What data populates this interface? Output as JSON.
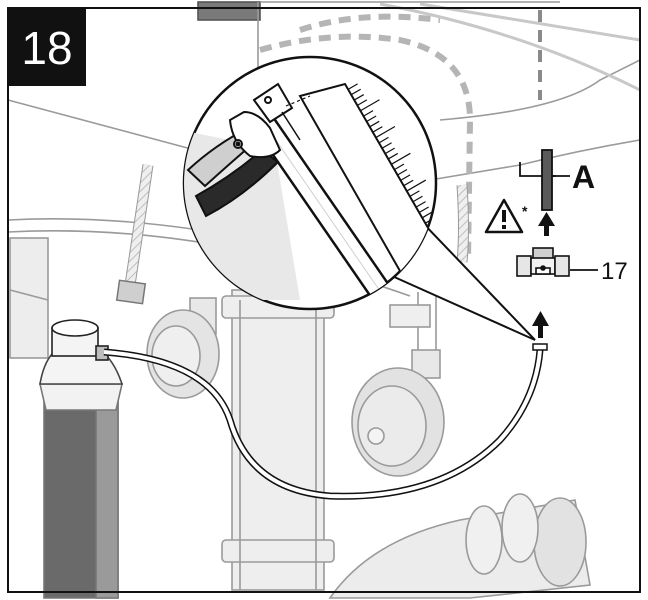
{
  "step": {
    "number": "18",
    "badge_color": "#111111"
  },
  "callouts": {
    "label_a": "A",
    "part_number": "17",
    "warning_marker": "*"
  },
  "icons": [
    "warning-triangle-icon",
    "arrow-up-icon",
    "cutter-tool-icon",
    "ruler-icon"
  ],
  "colors": {
    "line": "#111111",
    "ghost": "#9a9a9a",
    "ghost_fill": "#e4e4e4",
    "dashed_hose": "#b5b5b5",
    "background": "#ffffff"
  }
}
